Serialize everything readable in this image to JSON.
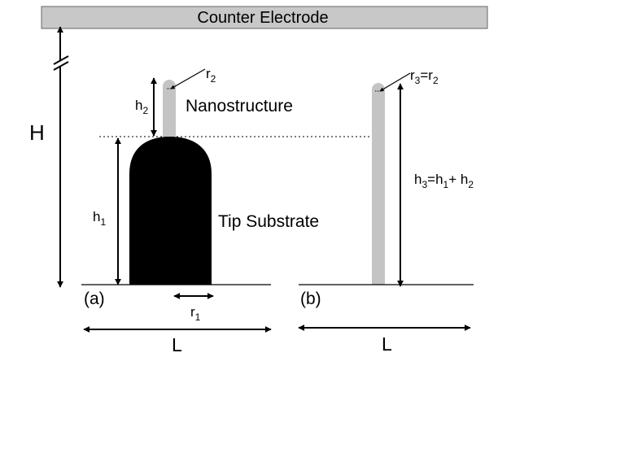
{
  "electrode": {
    "label": "Counter Electrode",
    "fill": "#c8c8c8"
  },
  "labels": {
    "H": "H",
    "h2": "h",
    "h2_sub": "2",
    "h1": "h",
    "h1_sub": "1",
    "r2": "r",
    "r2_sub": "2",
    "r1": "r",
    "r1_sub": "1",
    "nanostructure": "Nanostructure",
    "tip_substrate": "Tip Substrate",
    "panel_a": "(a)",
    "panel_b": "(b)",
    "L_a": "L",
    "L_b": "L",
    "r3_main": "r",
    "r3_sub": "3",
    "r3_eq": "=r",
    "r3_eq_sub": "2",
    "h3_main": "h",
    "h3_sub": "3",
    "h3_eq": "=h",
    "h3_eq_sub": "1",
    "h3_plus": "+ h",
    "h3_plus_sub": "2"
  },
  "colors": {
    "nanostructure": "#c4c4c4",
    "substrate": "#000000"
  }
}
